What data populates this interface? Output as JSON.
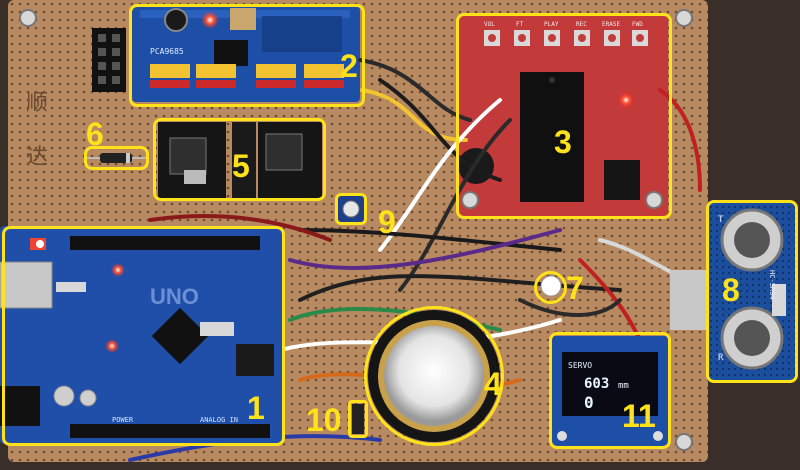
{
  "board_labels": {
    "uno_logo": "UNO",
    "uno_power": "POWER",
    "uno_analog": "ANALOG IN",
    "pwm_title": "PCA9685",
    "ultrasonic_model": "HC-SR04",
    "ultrasonic_t": "T",
    "ultrasonic_r": "R",
    "mp3_vol": "VOL",
    "mp3_ft": "FT",
    "mp3_play": "PLAY",
    "mp3_rec": "REC",
    "mp3_erase": "ERASE",
    "mp3_fwd": "FWD",
    "oled_line1": "SERVO",
    "oled_value": "603",
    "oled_unit": "mm",
    "oled_line3": "0",
    "chinese_1": "顺",
    "chinese_2": "达"
  },
  "callouts": [
    {
      "id": "1",
      "label": "1"
    },
    {
      "id": "2",
      "label": "2"
    },
    {
      "id": "3",
      "label": "3"
    },
    {
      "id": "4",
      "label": "4"
    },
    {
      "id": "5",
      "label": "5"
    },
    {
      "id": "6",
      "label": "6"
    },
    {
      "id": "7",
      "label": "7"
    },
    {
      "id": "8",
      "label": "8"
    },
    {
      "id": "9",
      "label": "9"
    },
    {
      "id": "10",
      "label": "10"
    },
    {
      "id": "11",
      "label": "11"
    }
  ],
  "colors": {
    "callout": "#ffe21a",
    "perfboard": "#b88a62",
    "arduino": "#1f4fa8",
    "pwm_board": "#1d4fa6",
    "mp3_board": "#c23a3a",
    "ultrasonic_board": "#1c4e9e",
    "background": "#3a2f28"
  }
}
